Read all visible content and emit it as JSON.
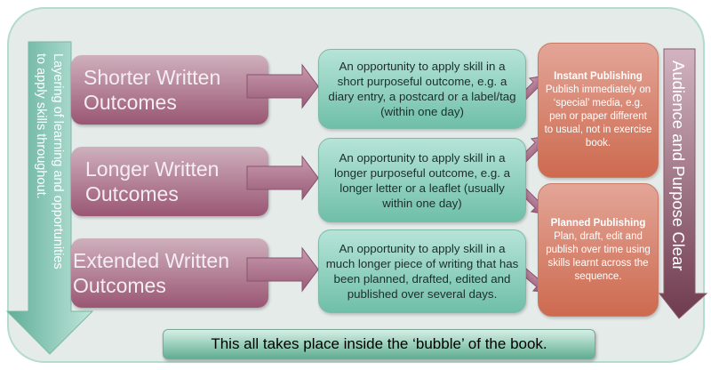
{
  "left_arrow": {
    "lines": [
      "Layering of learning and opportunities",
      "to apply skills throughout."
    ]
  },
  "right_arrow": {
    "label": "Audience and Purpose Clear"
  },
  "outcomes": [
    {
      "line1": "Shorter Written",
      "line2": "Outcomes"
    },
    {
      "line1": "Longer Written",
      "line2": "Outcomes"
    },
    {
      "line1": "Extended Written",
      "line2": "Outcomes"
    }
  ],
  "opportunities": [
    "An opportunity to apply skill in a short purposeful outcome, e.g. a diary entry, a postcard or a label/tag (within one day)",
    "An opportunity to apply skill in a longer purposeful outcome, e.g. a longer letter or a leaflet (usually within one day)",
    "An opportunity to apply skill in a much longer piece of writing that has been planned, drafted, edited and published over several days."
  ],
  "publishing": [
    {
      "title": "Instant Publishing",
      "text": "Publish immediately on ‘special’ media, e.g. pen or paper different to usual, not in exercise book."
    },
    {
      "title": "Planned Publishing",
      "text": "Plan, draft, edit and publish over time using skills learnt across the sequence."
    }
  ],
  "footer": "This all takes place inside the ‘bubble’ of the book.",
  "colors": {
    "outcome": "#9a5674",
    "opportunity": "#6fbfa8",
    "publishing": "#cd6a4f",
    "bubble": "#e5ebe9"
  }
}
